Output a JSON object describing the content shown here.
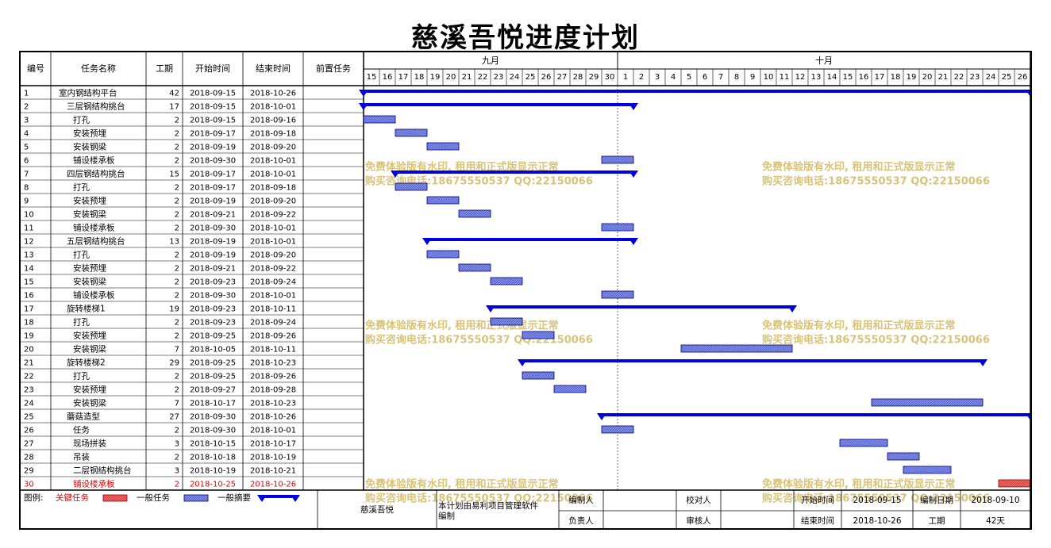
{
  "title": "慈溪吾悦进度计划",
  "columns": [
    "编号",
    "任务名称",
    "工期",
    "开始时间",
    "结束时间",
    "前置任务"
  ],
  "months": [
    "九月",
    "十月"
  ],
  "chart_data": {
    "type": "gantt",
    "x_dates_start": "2018-09-15",
    "x_dates_end": "2018-10-26",
    "day_labels": [
      "15",
      "16",
      "17",
      "18",
      "19",
      "20",
      "21",
      "22",
      "23",
      "24",
      "25",
      "26",
      "27",
      "28",
      "29",
      "30",
      "1",
      "2",
      "3",
      "4",
      "5",
      "6",
      "7",
      "8",
      "9",
      "10",
      "11",
      "12",
      "13",
      "14",
      "15",
      "16",
      "17",
      "18",
      "19",
      "20",
      "21",
      "22",
      "23",
      "24",
      "25",
      "26"
    ],
    "tasks": [
      {
        "id": "1",
        "name": "室内钢结构平台",
        "duration": "42",
        "start": "2018-09-15",
        "end": "2018-10-26",
        "type": "summary",
        "level": 0
      },
      {
        "id": "2",
        "name": "三层钢结构挑台",
        "duration": "17",
        "start": "2018-09-15",
        "end": "2018-10-01",
        "type": "summary",
        "level": 1
      },
      {
        "id": "3",
        "name": "打孔",
        "duration": "2",
        "start": "2018-09-15",
        "end": "2018-09-16",
        "type": "normal",
        "level": 2
      },
      {
        "id": "4",
        "name": "安装预埋",
        "duration": "2",
        "start": "2018-09-17",
        "end": "2018-09-18",
        "type": "normal",
        "level": 2
      },
      {
        "id": "5",
        "name": "安装钢梁",
        "duration": "2",
        "start": "2018-09-19",
        "end": "2018-09-20",
        "type": "normal",
        "level": 2
      },
      {
        "id": "6",
        "name": "铺设楼承板",
        "duration": "2",
        "start": "2018-09-30",
        "end": "2018-10-01",
        "type": "normal",
        "level": 2
      },
      {
        "id": "7",
        "name": "四层钢结构挑台",
        "duration": "15",
        "start": "2018-09-17",
        "end": "2018-10-01",
        "type": "summary",
        "level": 1
      },
      {
        "id": "8",
        "name": "打孔",
        "duration": "2",
        "start": "2018-09-17",
        "end": "2018-09-18",
        "type": "normal",
        "level": 2
      },
      {
        "id": "9",
        "name": "安装预埋",
        "duration": "2",
        "start": "2018-09-19",
        "end": "2018-09-20",
        "type": "normal",
        "level": 2
      },
      {
        "id": "10",
        "name": "安装钢梁",
        "duration": "2",
        "start": "2018-09-21",
        "end": "2018-09-22",
        "type": "normal",
        "level": 2
      },
      {
        "id": "11",
        "name": "铺设楼承板",
        "duration": "2",
        "start": "2018-09-30",
        "end": "2018-10-01",
        "type": "normal",
        "level": 2
      },
      {
        "id": "12",
        "name": "五层钢结构挑台",
        "duration": "13",
        "start": "2018-09-19",
        "end": "2018-10-01",
        "type": "summary",
        "level": 1
      },
      {
        "id": "13",
        "name": "打孔",
        "duration": "2",
        "start": "2018-09-19",
        "end": "2018-09-20",
        "type": "normal",
        "level": 2
      },
      {
        "id": "14",
        "name": "安装预埋",
        "duration": "2",
        "start": "2018-09-21",
        "end": "2018-09-22",
        "type": "normal",
        "level": 2
      },
      {
        "id": "15",
        "name": "安装钢梁",
        "duration": "2",
        "start": "2018-09-23",
        "end": "2018-09-24",
        "type": "normal",
        "level": 2
      },
      {
        "id": "16",
        "name": "铺设楼承板",
        "duration": "2",
        "start": "2018-09-30",
        "end": "2018-10-01",
        "type": "normal",
        "level": 2
      },
      {
        "id": "17",
        "name": "旋转楼梯1",
        "duration": "19",
        "start": "2018-09-23",
        "end": "2018-10-11",
        "type": "summary",
        "level": 1
      },
      {
        "id": "18",
        "name": "打孔",
        "duration": "2",
        "start": "2018-09-23",
        "end": "2018-09-24",
        "type": "normal",
        "level": 2
      },
      {
        "id": "19",
        "name": "安装预埋",
        "duration": "2",
        "start": "2018-09-25",
        "end": "2018-09-26",
        "type": "normal",
        "level": 2
      },
      {
        "id": "20",
        "name": "安装钢梁",
        "duration": "7",
        "start": "2018-10-05",
        "end": "2018-10-11",
        "type": "normal",
        "level": 2
      },
      {
        "id": "21",
        "name": "旋转楼梯2",
        "duration": "29",
        "start": "2018-09-25",
        "end": "2018-10-23",
        "type": "summary",
        "level": 1
      },
      {
        "id": "22",
        "name": "打孔",
        "duration": "2",
        "start": "2018-09-25",
        "end": "2018-09-26",
        "type": "normal",
        "level": 2
      },
      {
        "id": "23",
        "name": "安装预埋",
        "duration": "2",
        "start": "2018-09-27",
        "end": "2018-09-28",
        "type": "normal",
        "level": 2
      },
      {
        "id": "24",
        "name": "安装钢梁",
        "duration": "7",
        "start": "2018-10-17",
        "end": "2018-10-23",
        "type": "normal",
        "level": 2
      },
      {
        "id": "25",
        "name": "蘑菇造型",
        "duration": "27",
        "start": "2018-09-30",
        "end": "2018-10-26",
        "type": "summary",
        "level": 1
      },
      {
        "id": "26",
        "name": "任务",
        "duration": "2",
        "start": "2018-09-30",
        "end": "2018-10-01",
        "type": "normal",
        "level": 2
      },
      {
        "id": "27",
        "name": "现场拼装",
        "duration": "3",
        "start": "2018-10-15",
        "end": "2018-10-17",
        "type": "normal",
        "level": 2
      },
      {
        "id": "28",
        "name": "吊装",
        "duration": "2",
        "start": "2018-10-18",
        "end": "2018-10-19",
        "type": "normal",
        "level": 2
      },
      {
        "id": "29",
        "name": "二层钢结构挑台",
        "duration": "3",
        "start": "2018-10-19",
        "end": "2018-10-21",
        "type": "normal",
        "level": 2
      },
      {
        "id": "30",
        "name": "铺设楼承板",
        "duration": "2",
        "start": "2018-10-25",
        "end": "2018-10-26",
        "type": "critical",
        "level": 2
      }
    ],
    "today_line": "2018-09-30"
  },
  "legend": {
    "label": "图例:",
    "critical": "关键任务",
    "normal": "一般任务",
    "summary": "一般摘要"
  },
  "footer": {
    "project": "慈溪吾悦",
    "note": "本计划由易利项目管理软件编制",
    "editor_label": "编制人",
    "proofreader_label": "校对人",
    "start_label": "开始时间",
    "start_value": "2018-09-15",
    "compile_date_label": "编制日期",
    "compile_date_value": "2018-09-10",
    "owner_label": "负责人",
    "reviewer_label": "审核人",
    "end_label": "结束时间",
    "end_value": "2018-10-26",
    "duration_label": "工期",
    "duration_value": "42天"
  },
  "watermark": {
    "line1": "免费体验版有水印, 租用和正式版显示正常",
    "line2": "购买咨询电话:18675550537 QQ:22150066"
  },
  "colors": {
    "summary": "#0000e0",
    "normal_fill": "#5a6bd6",
    "critical_fill": "#e04040",
    "critical_text": "#e00000",
    "watermark": "#d8c37a",
    "today_line": "#444444"
  }
}
